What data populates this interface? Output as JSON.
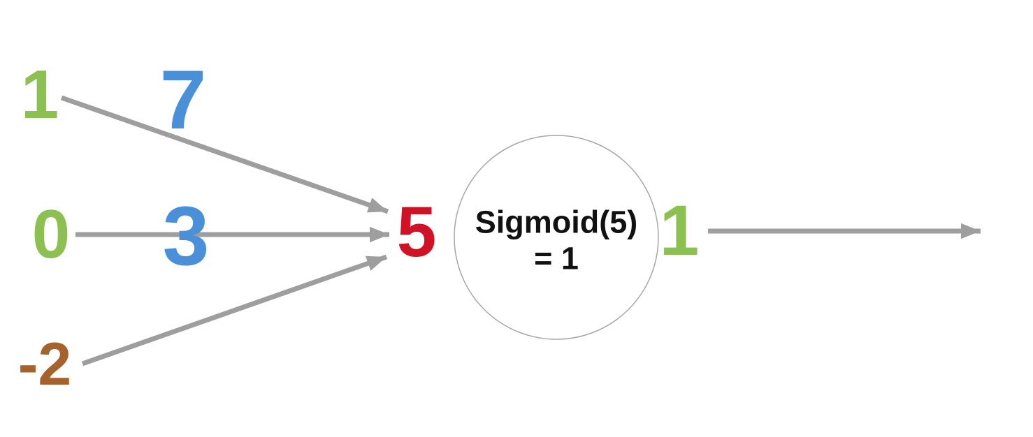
{
  "diagram": {
    "inputs": [
      {
        "value": "1",
        "color": "#8CC152"
      },
      {
        "value": "0",
        "color": "#8CC152"
      },
      {
        "value": "-2",
        "color": "#A5622D"
      }
    ],
    "weights": [
      {
        "value": "7",
        "color": "#4A90D9"
      },
      {
        "value": "3",
        "color": "#4A90D9"
      }
    ],
    "weighted_sum": {
      "value": "5",
      "color": "#D01126"
    },
    "neuron": {
      "label_line1": "Sigmoid(5)",
      "label_line2": "= 1",
      "text_color": "#111111",
      "border_color": "#A6A6A6"
    },
    "output": {
      "value": "1",
      "color": "#8CC152"
    },
    "arrow_color": "#9E9E9E"
  }
}
